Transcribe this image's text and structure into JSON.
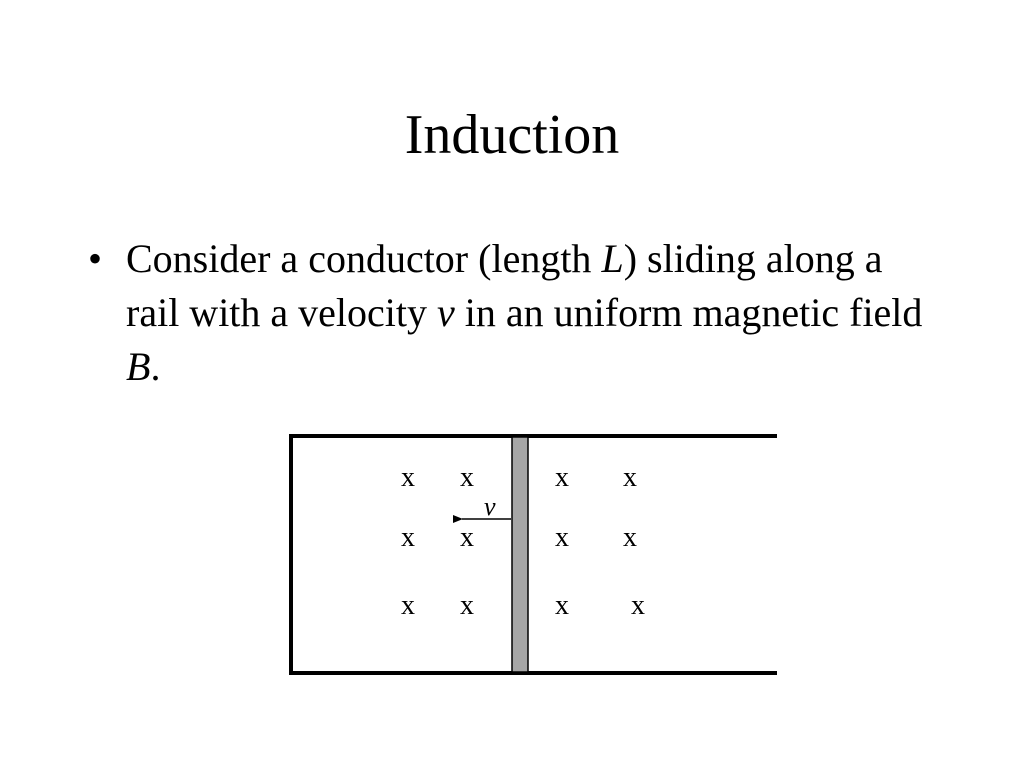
{
  "slide": {
    "title": "Induction",
    "bullet": {
      "marker": "•",
      "text_1": "Consider a conductor (length ",
      "var_L": "L",
      "text_2": ") sliding along a rail with a velocity ",
      "var_v": "v",
      "text_3": " in an uniform magnetic field ",
      "var_B": "B",
      "text_4": "."
    }
  },
  "diagram": {
    "field_symbol": "x",
    "velocity_label": "v",
    "colors": {
      "rail": "#000000",
      "conductor_fill": "#a6a6a6",
      "conductor_edge": "#000000"
    }
  }
}
